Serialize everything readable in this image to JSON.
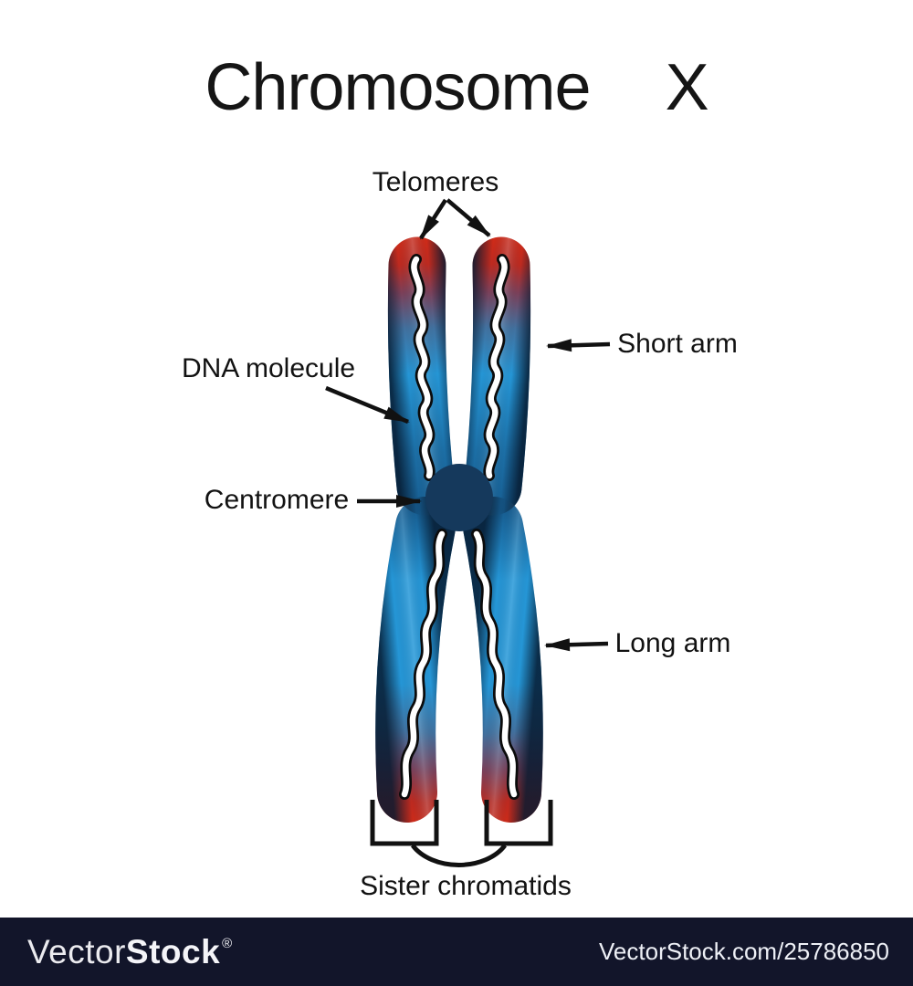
{
  "title": "Chromosome  X",
  "labels": {
    "telomeres": "Telomeres",
    "dna_molecule": "DNA molecule",
    "centromere": "Centromere",
    "short_arm": "Short arm",
    "long_arm": "Long arm",
    "sister_chromatids": "Sister chromatids"
  },
  "watermark": {
    "brand_light": "Vector",
    "brand_bold": "Stock",
    "registered": "®",
    "site_ref": "VectorStock.com/25786850"
  },
  "colors": {
    "telomere_red": "#d12b18",
    "arm_blue_bright": "#2596d6",
    "arm_blue_deep": "#155a88",
    "arm_edge_dark": "#0d3356",
    "centromere_navy": "#15395c",
    "annotation_black": "#111111",
    "footer_background": "#12152a",
    "background": "#ffffff"
  }
}
